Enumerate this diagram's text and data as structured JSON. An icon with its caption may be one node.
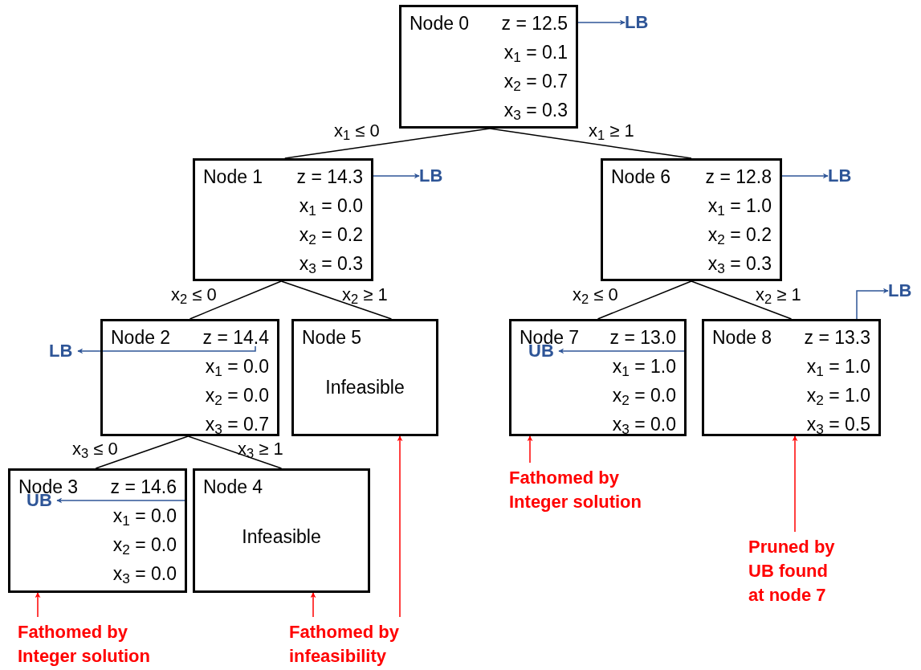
{
  "diagram": {
    "nodes": [
      {
        "text": [
          "Node 0",
          "z = 12.5",
          "x$_{1}$ = 0.1",
          "x$_{2}$ = 0.7",
          "x$_{3}$ = 0.3"
        ]
      },
      {
        "text": [
          "LB"
        ]
      },
      {
        "text": [
          "Node 1",
          "z = 14.3",
          "x$_{1}$ = 0.0",
          "x$_{2}$ = 0.2",
          "x$_{3}$ = 0.3"
        ]
      },
      {
        "text": [
          "LB"
        ]
      },
      {
        "text": [
          "Node 6",
          "z = 12.8",
          "x$_{1}$ = 1.0",
          "x$_{2}$ = 0.2",
          "x$_{3}$ = 0.3"
        ]
      },
      {
        "text": [
          "LB"
        ]
      },
      {
        "text": [
          "LB"
        ]
      },
      {
        "text": [
          "LB"
        ]
      },
      {
        "text": [
          "Node 2",
          "z = 14.4",
          "x$_{1}$ = 0.0",
          "x$_{2}$ = 0.0",
          "x$_{3}$ = 0.7"
        ]
      },
      {
        "text": [
          "Node 5",
          "Infeasible"
        ]
      },
      {
        "text": [
          "Node 7",
          "z = 13.0",
          "x$_{1}$ = 1.0",
          "x$_{2}$ = 0.0",
          "x$_{3}$ = 0.0"
        ]
      },
      {
        "text": [
          "UB"
        ],
        "in": 10
      },
      {
        "text": [
          "Node 8",
          "z = 13.3",
          "x$_{1}$ = 1.0",
          "x$_{2}$ = 1.0",
          "x$_{3}$ = 0.5"
        ]
      },
      {
        "text": [
          "Node 3",
          "z = 14.6",
          "x$_{1}$ = 0.0",
          "x$_{2}$ = 0.0",
          "x$_{3}$ = 0.0"
        ]
      },
      {
        "text": [
          "UB"
        ],
        "in": 13
      },
      {
        "text": [
          "Node 4",
          "Infeasible"
        ]
      },
      {
        "text": [
          "Fathomed by Integer solution"
        ]
      },
      {
        "text": [
          "Pruned by UB found at node 7"
        ]
      },
      {
        "text": [
          "Fathomed by Integer solution"
        ]
      },
      {
        "text": [
          "Fathomed by infeasibility"
        ]
      }
    ],
    "edges": [
      {
        "from": 0,
        "to": 2,
        "arrow": "none",
        "label": "x$_{1}$ ≤ 0"
      },
      {
        "from": 0,
        "to": 4,
        "arrow": "none",
        "label": "x$_{1}$ ≥ 1"
      },
      {
        "from": 2,
        "to": 8,
        "arrow": "none",
        "label": "x$_{2}$ ≤ 0"
      },
      {
        "from": 2,
        "to": 9,
        "arrow": "none",
        "label": "x$_{2}$ ≥ 1"
      },
      {
        "from": 4,
        "to": 10,
        "arrow": "none",
        "label": "x$_{2}$ ≤ 0"
      },
      {
        "from": 4,
        "to": 12,
        "arrow": "none",
        "label": "x$_{2}$ ≥ 1"
      },
      {
        "from": 8,
        "to": 13,
        "arrow": "none",
        "label": "x$_{3}$ ≤ 0"
      },
      {
        "from": 8,
        "to": 15,
        "arrow": "none",
        "label": "x$_{3}$ ≥ 1"
      },
      {
        "from": 0,
        "to": 1,
        "arrow": "to",
        "color": "#2e5597"
      },
      {
        "from": 2,
        "to": 3,
        "arrow": "to",
        "color": "#2e5597"
      },
      {
        "from": 4,
        "to": 5,
        "arrow": "to",
        "color": "#2e5597"
      },
      {
        "from": 12,
        "to": 6,
        "arrow": "to",
        "color": "#2e5597"
      },
      {
        "from": 8,
        "to": 7,
        "arrow": "to",
        "color": "#2e5597"
      },
      {
        "from": 13,
        "to": 14,
        "arrow": "to",
        "color": "#2e5597"
      },
      {
        "from": 10,
        "to": 11,
        "arrow": "to",
        "color": "#2e5597"
      },
      {
        "from": 18,
        "to": 13,
        "arrow": "to",
        "color": "#ff0000"
      },
      {
        "from": 19,
        "to": 15,
        "arrow": "to",
        "color": "#ff0000"
      },
      {
        "from": 19,
        "to": 9,
        "arrow": "to",
        "color": "#ff0000"
      },
      {
        "from": 16,
        "to": 10,
        "arrow": "to",
        "color": "#ff0000"
      },
      {
        "from": 17,
        "to": 12,
        "arrow": "to",
        "color": "#ff0000"
      }
    ]
  }
}
